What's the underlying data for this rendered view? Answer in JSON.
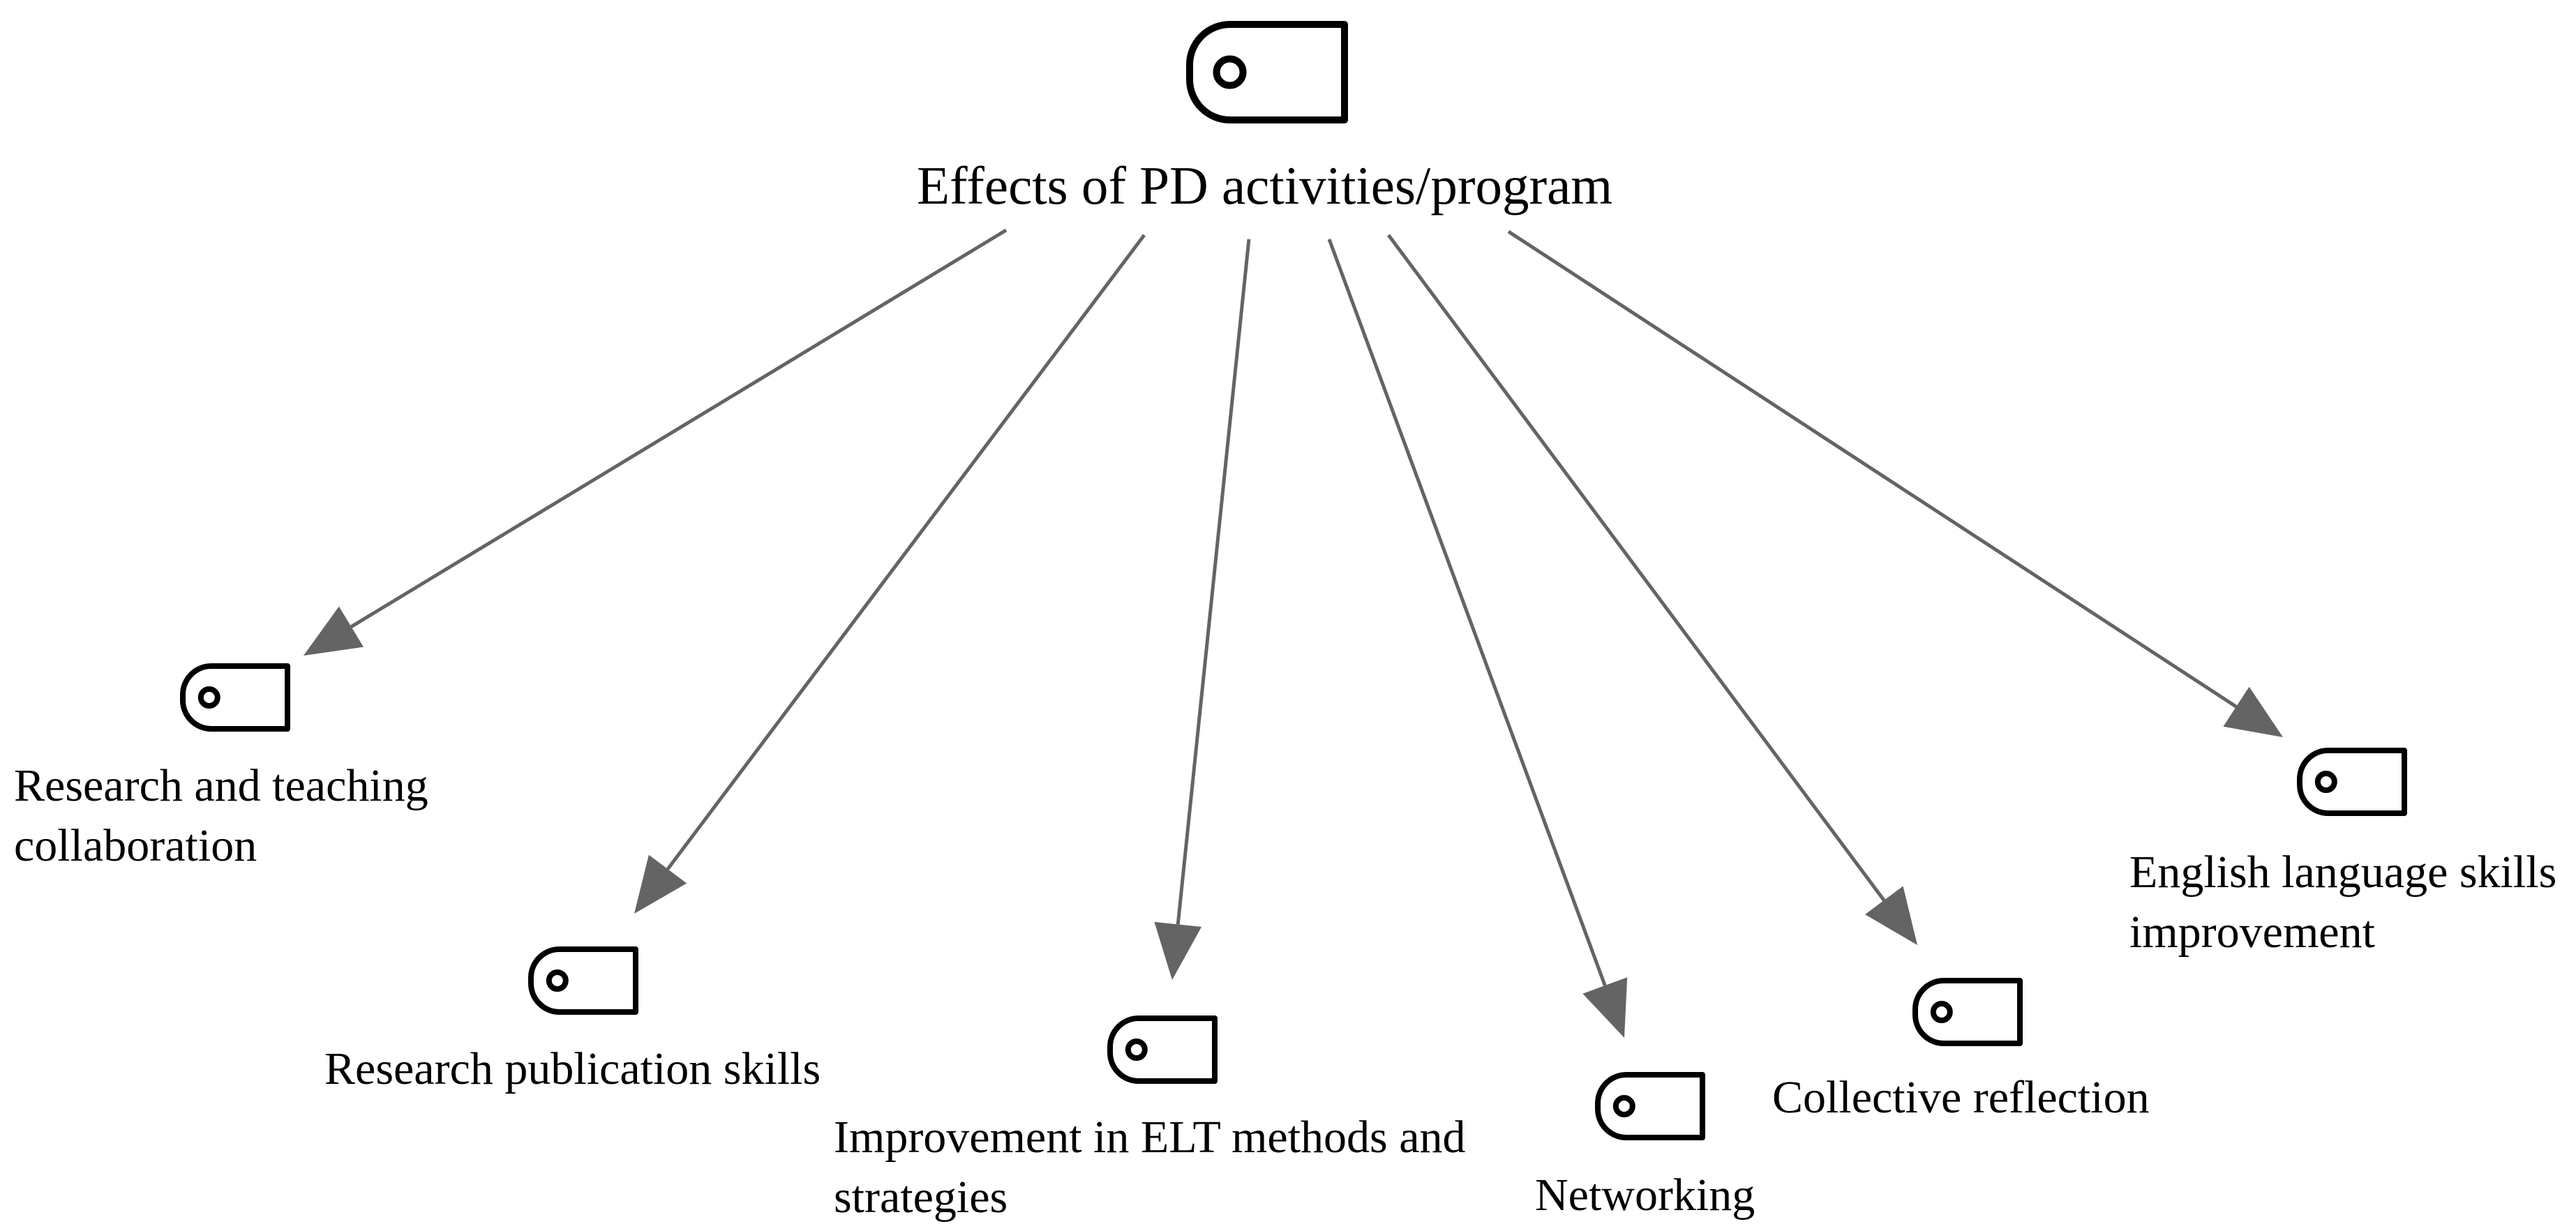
{
  "root": {
    "label": "Effects of PD activities/program",
    "icon": "code-tag-icon"
  },
  "children": [
    {
      "id": "research-teaching",
      "lines": [
        "Research and teaching",
        "collaboration"
      ],
      "icon": "code-tag-icon"
    },
    {
      "id": "research-publication",
      "lines": [
        "Research publication skills"
      ],
      "icon": "code-tag-icon"
    },
    {
      "id": "elt-methods",
      "lines": [
        "Improvement in ELT methods and",
        "strategies"
      ],
      "icon": "code-tag-icon"
    },
    {
      "id": "networking",
      "lines": [
        "Networking"
      ],
      "icon": "code-tag-icon"
    },
    {
      "id": "collective-reflection",
      "lines": [
        "Collective reflection"
      ],
      "icon": "code-tag-icon"
    },
    {
      "id": "english-skills",
      "lines": [
        "English language skills",
        "improvement"
      ],
      "icon": "code-tag-icon"
    }
  ],
  "colors": {
    "edge": "#646464",
    "icon_stroke": "#000000",
    "text": "#000000",
    "background": "#ffffff"
  }
}
